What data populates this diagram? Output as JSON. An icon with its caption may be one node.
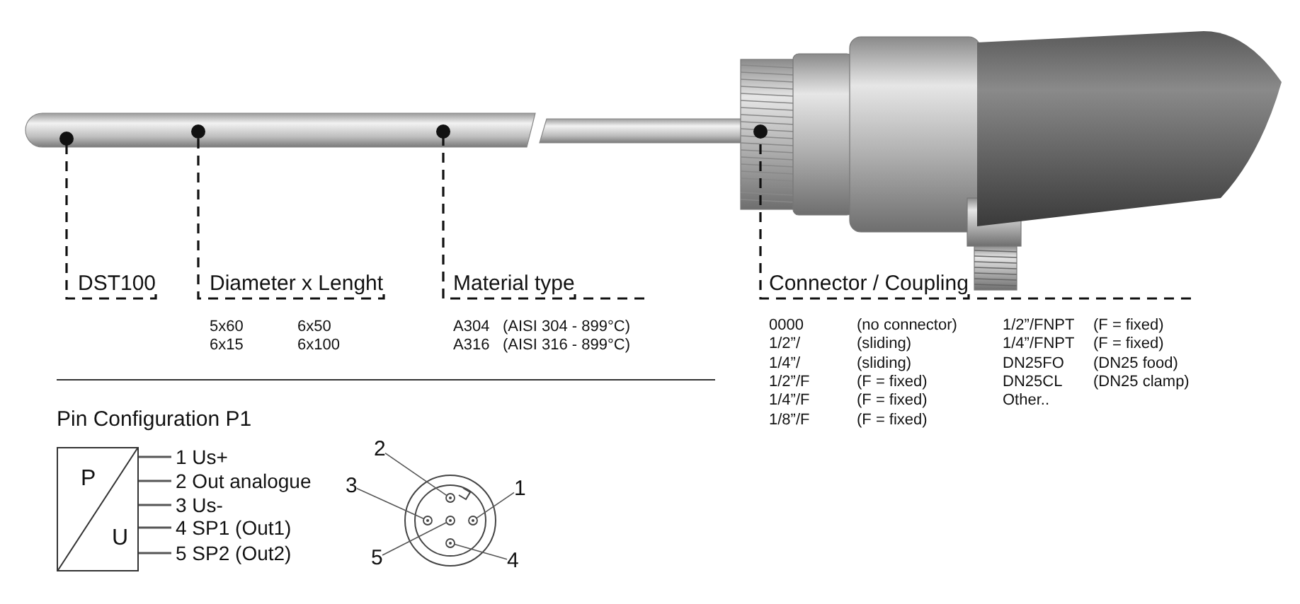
{
  "diagram": {
    "nodes": [
      {
        "text": [
          "DST100"
        ]
      },
      {
        "text": [
          "Diameter x Lenght"
        ]
      },
      {
        "text": [
          "Material type"
        ]
      },
      {
        "text": [
          "Connector / Coupling"
        ]
      },
      {
        "text": [
          "P",
          "U"
        ]
      },
      {
        "text": [
          "1 Us+"
        ]
      },
      {
        "text": [
          "2 Out analogue"
        ]
      },
      {
        "text": [
          "3 Us-"
        ]
      },
      {
        "text": [
          "4 SP1 (Out1)"
        ]
      },
      {
        "text": [
          "5 SP2 (Out2)"
        ]
      },
      {
        "text": [],
        "shape": "circle"
      },
      {
        "text": [],
        "shape": "circle",
        "in": 10
      },
      {
        "text": [],
        "shape": "circle",
        "in": 10
      },
      {
        "text": [],
        "shape": "circle",
        "in": 10
      },
      {
        "text": [],
        "shape": "circle",
        "in": 10
      },
      {
        "text": [],
        "shape": "circle",
        "in": 10
      },
      {
        "text": [
          "2"
        ]
      },
      {
        "text": [
          "3"
        ]
      },
      {
        "text": [
          "1"
        ]
      },
      {
        "text": [
          "5"
        ]
      },
      {
        "text": [
          "4"
        ]
      }
    ],
    "edges": [
      {
        "from": 0,
        "to": null,
        "arrow": "other",
        "style": "dashed"
      },
      {
        "from": 1,
        "to": null,
        "arrow": "other",
        "style": "dashed"
      },
      {
        "from": 2,
        "to": null,
        "arrow": "other",
        "style": "dashed"
      },
      {
        "from": 3,
        "to": null,
        "arrow": "other",
        "style": "dashed"
      },
      {
        "from": 4,
        "to": 5,
        "arrow": "none"
      },
      {
        "from": 4,
        "to": 6,
        "arrow": "none"
      },
      {
        "from": 4,
        "to": 7,
        "arrow": "none"
      },
      {
        "from": 4,
        "to": 8,
        "arrow": "none"
      },
      {
        "from": 4,
        "to": 9,
        "arrow": "none"
      },
      {
        "from": 16,
        "to": 11,
        "arrow": "none"
      },
      {
        "from": 17,
        "to": 12,
        "arrow": "none"
      },
      {
        "from": 18,
        "to": 14,
        "arrow": "none"
      },
      {
        "from": 19,
        "to": 13,
        "arrow": "none"
      },
      {
        "from": 20,
        "to": 15,
        "arrow": "none"
      }
    ],
    "labels": [
      "5x60",
      "6x50",
      "6x15",
      "6x100",
      "A304",
      "(AISI 304 - 899°C)",
      "A316",
      "(AISI 316 - 899°C)",
      "0000",
      "(no connector)",
      "1/2”/FNPT",
      "(F = fixed)",
      "1/2”/",
      "(sliding)",
      "1/4”/FNPT",
      "(F = fixed)",
      "1/4”/",
      "(sliding)",
      "DN25FO",
      "(DN25 food)",
      "1/2”/F",
      "(F = fixed)",
      "DN25CL",
      "(DN25 clamp)",
      "1/4”/F",
      "(F = fixed)",
      "Other..",
      "1/8”/F",
      "(F = fixed)",
      "Pin Configuration P1"
    ]
  }
}
